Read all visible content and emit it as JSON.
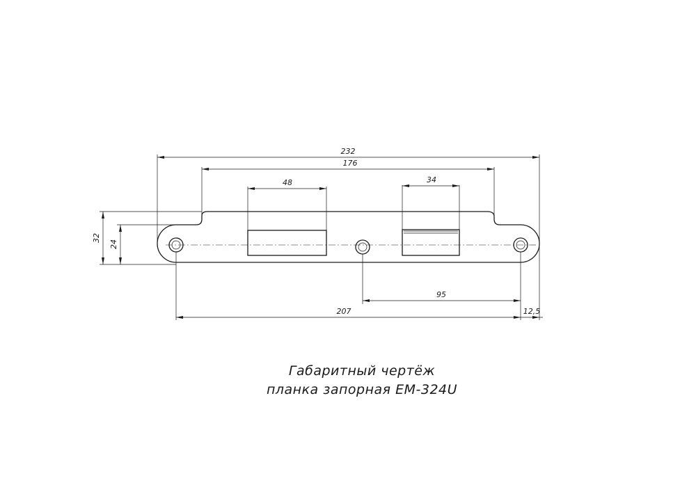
{
  "dimensions": {
    "overall_length": "232",
    "flange_length": "176",
    "window_left": "48",
    "window_right": "34",
    "height_total": "32",
    "height_plate": "24",
    "hole_to_hole": "207",
    "edge_offset": "12,5",
    "center_to_hole": "95"
  },
  "caption": {
    "line1": "Габаритный чертёж",
    "line2": "планка запорная ЕМ-324U"
  }
}
